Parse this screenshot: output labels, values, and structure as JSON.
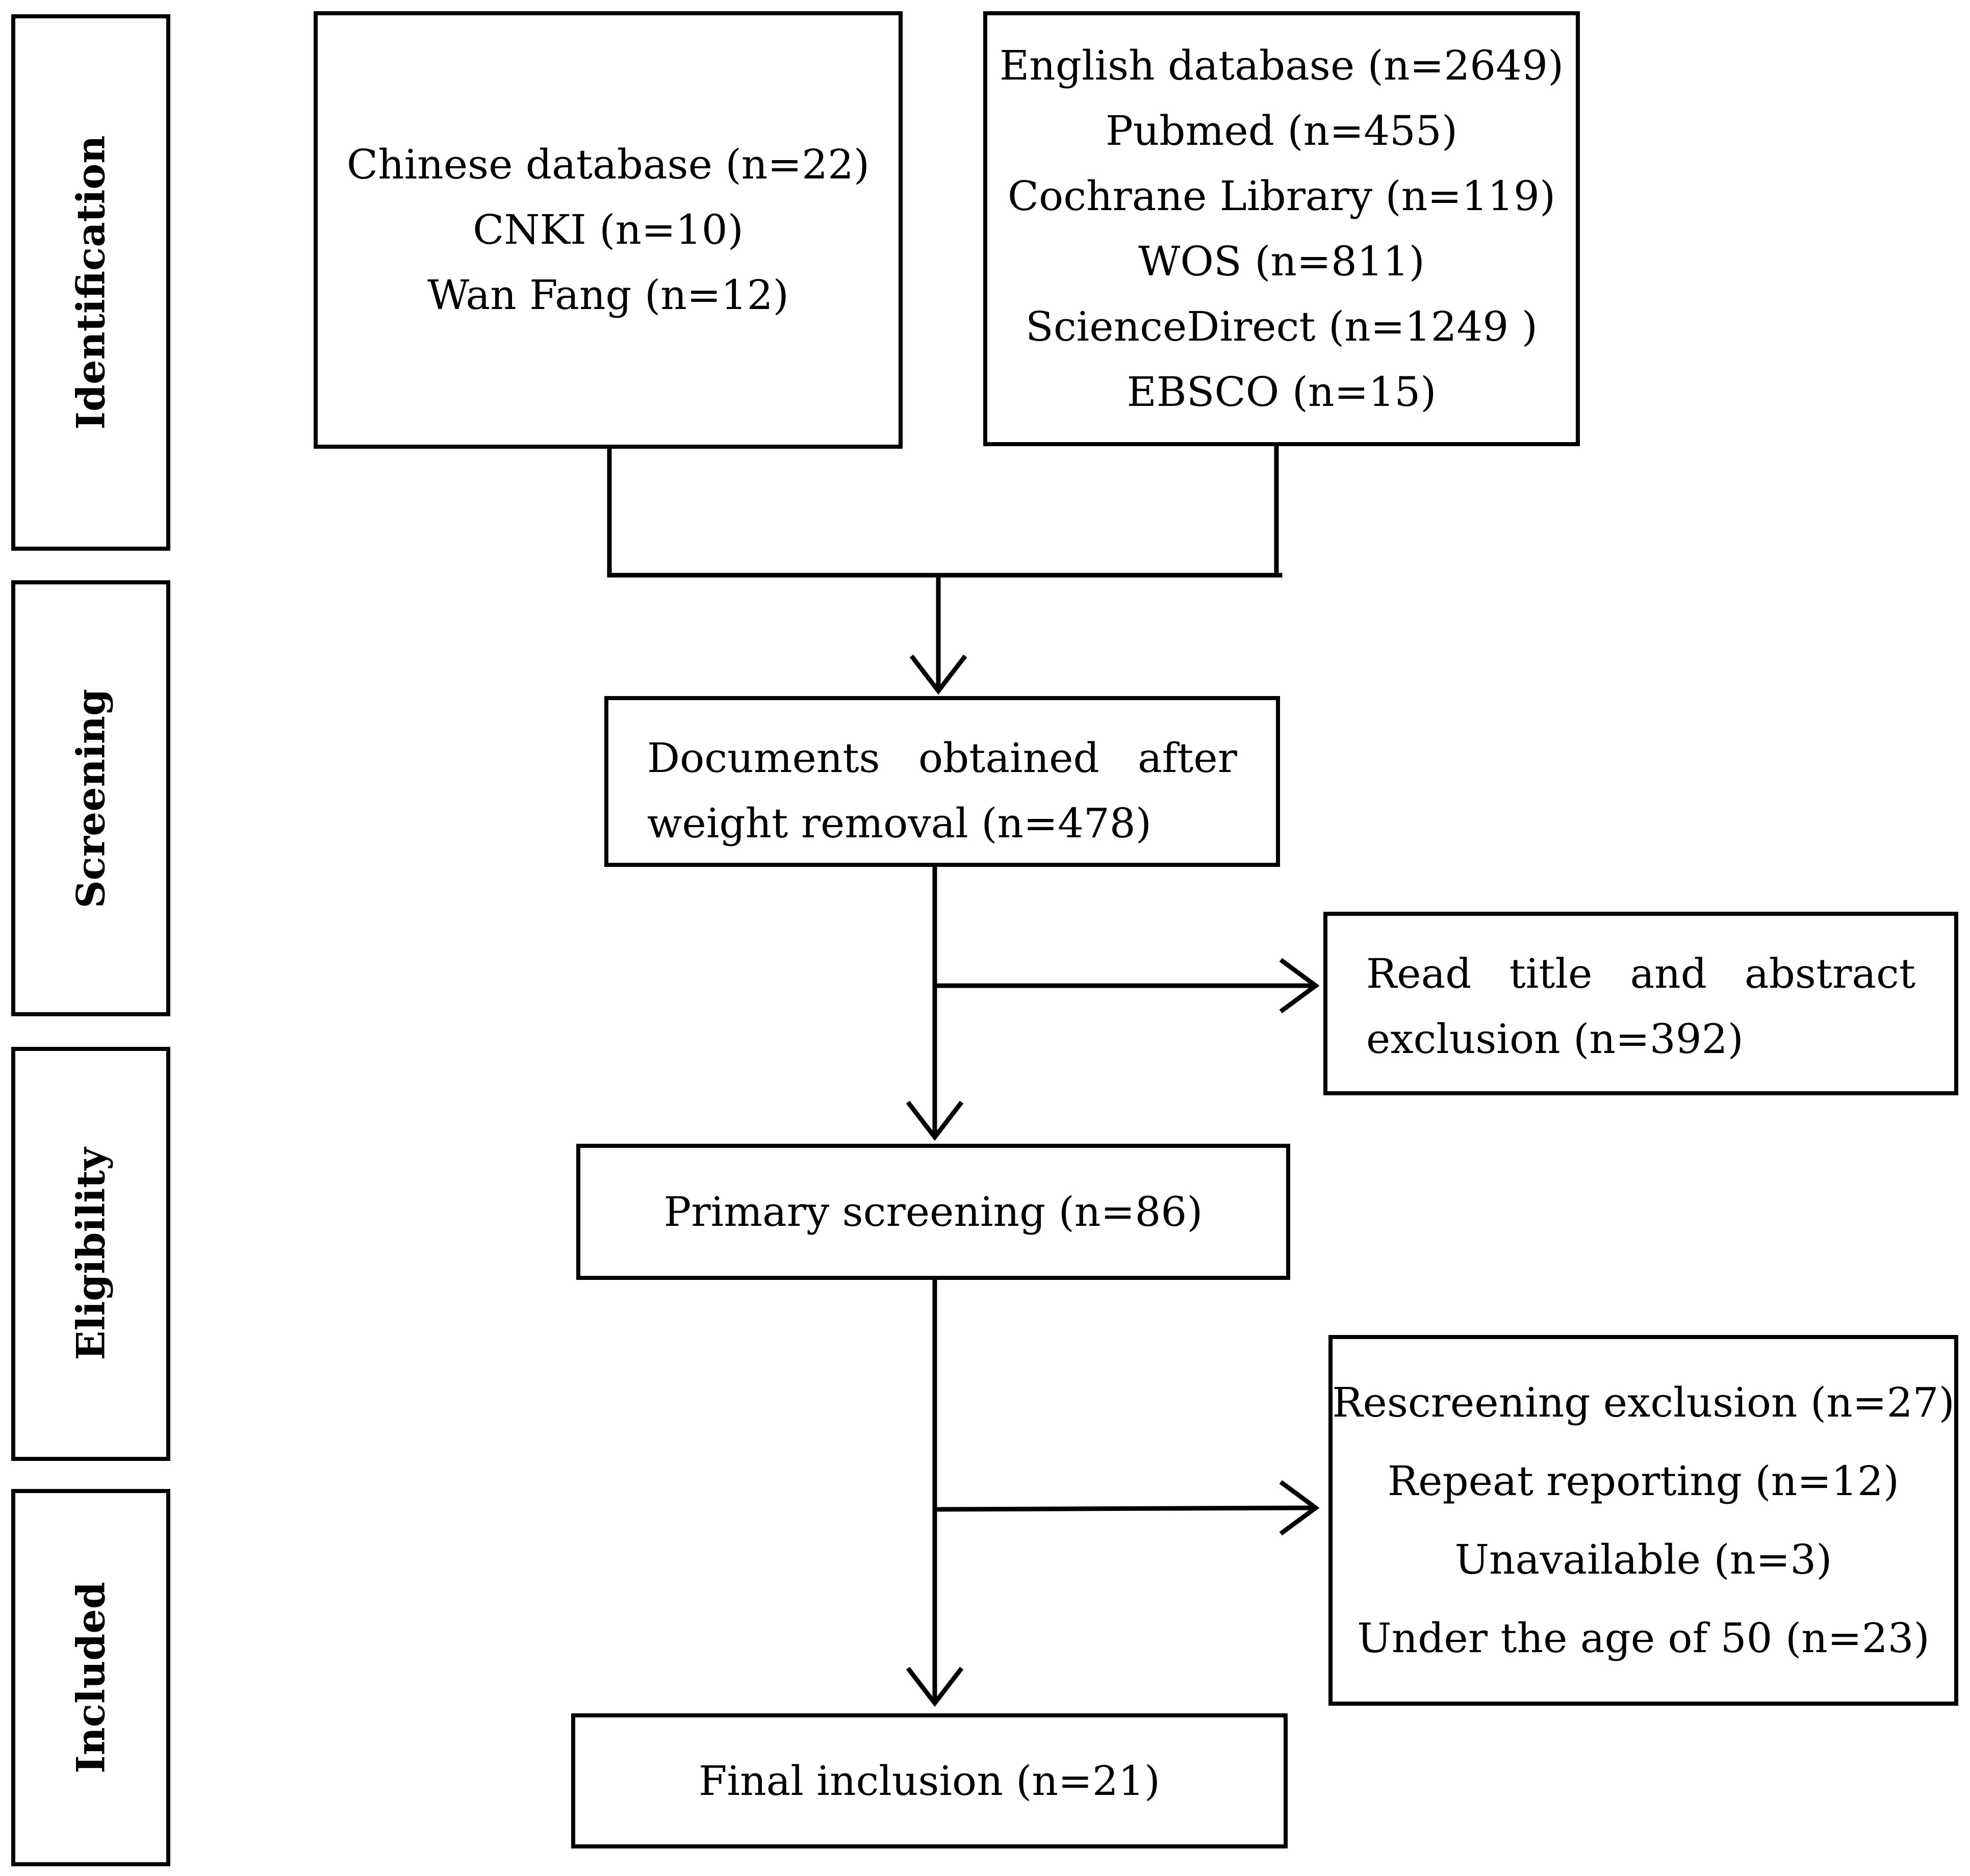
{
  "stages": {
    "identification": "Identification",
    "screening": "Screening",
    "eligibility": "Eligibility",
    "included": "Included"
  },
  "chinese_db": {
    "lines": [
      "Chinese database (n=22)",
      "CNKI (n=10)",
      "Wan Fang (n=12)"
    ]
  },
  "english_db": {
    "lines": [
      "English database (n=2649)",
      "Pubmed (n=455)",
      "Cochrane Library (n=119)",
      "WOS (n=811)",
      "ScienceDirect (n=1249 )",
      "EBSCO (n=15)"
    ]
  },
  "after_dedup": "Documents obtained after weight removal (n=478)",
  "title_abstract_exclusion": "Read title and abstract exclusion (n=392)",
  "primary_screening": "Primary screening (n=86)",
  "rescreening": {
    "lines": [
      "Rescreening exclusion (n=27)",
      "Repeat reporting (n=12)",
      "Unavailable (n=3)",
      "Under the age of 50 (n=23)"
    ]
  },
  "final_inclusion": "Final inclusion (n=21)"
}
